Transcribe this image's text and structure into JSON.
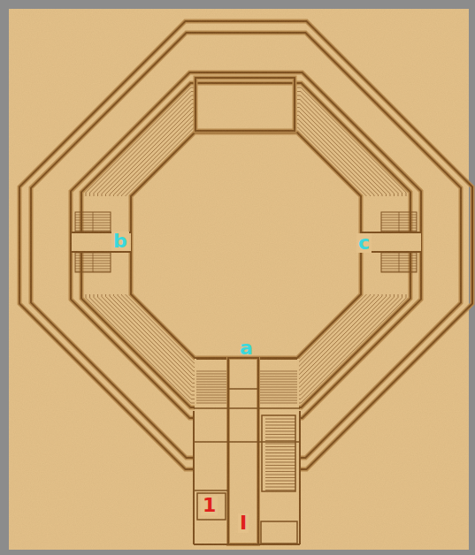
{
  "diagram": {
    "labels": [
      "a",
      "b",
      "c",
      "1",
      "I"
    ]
  }
}
